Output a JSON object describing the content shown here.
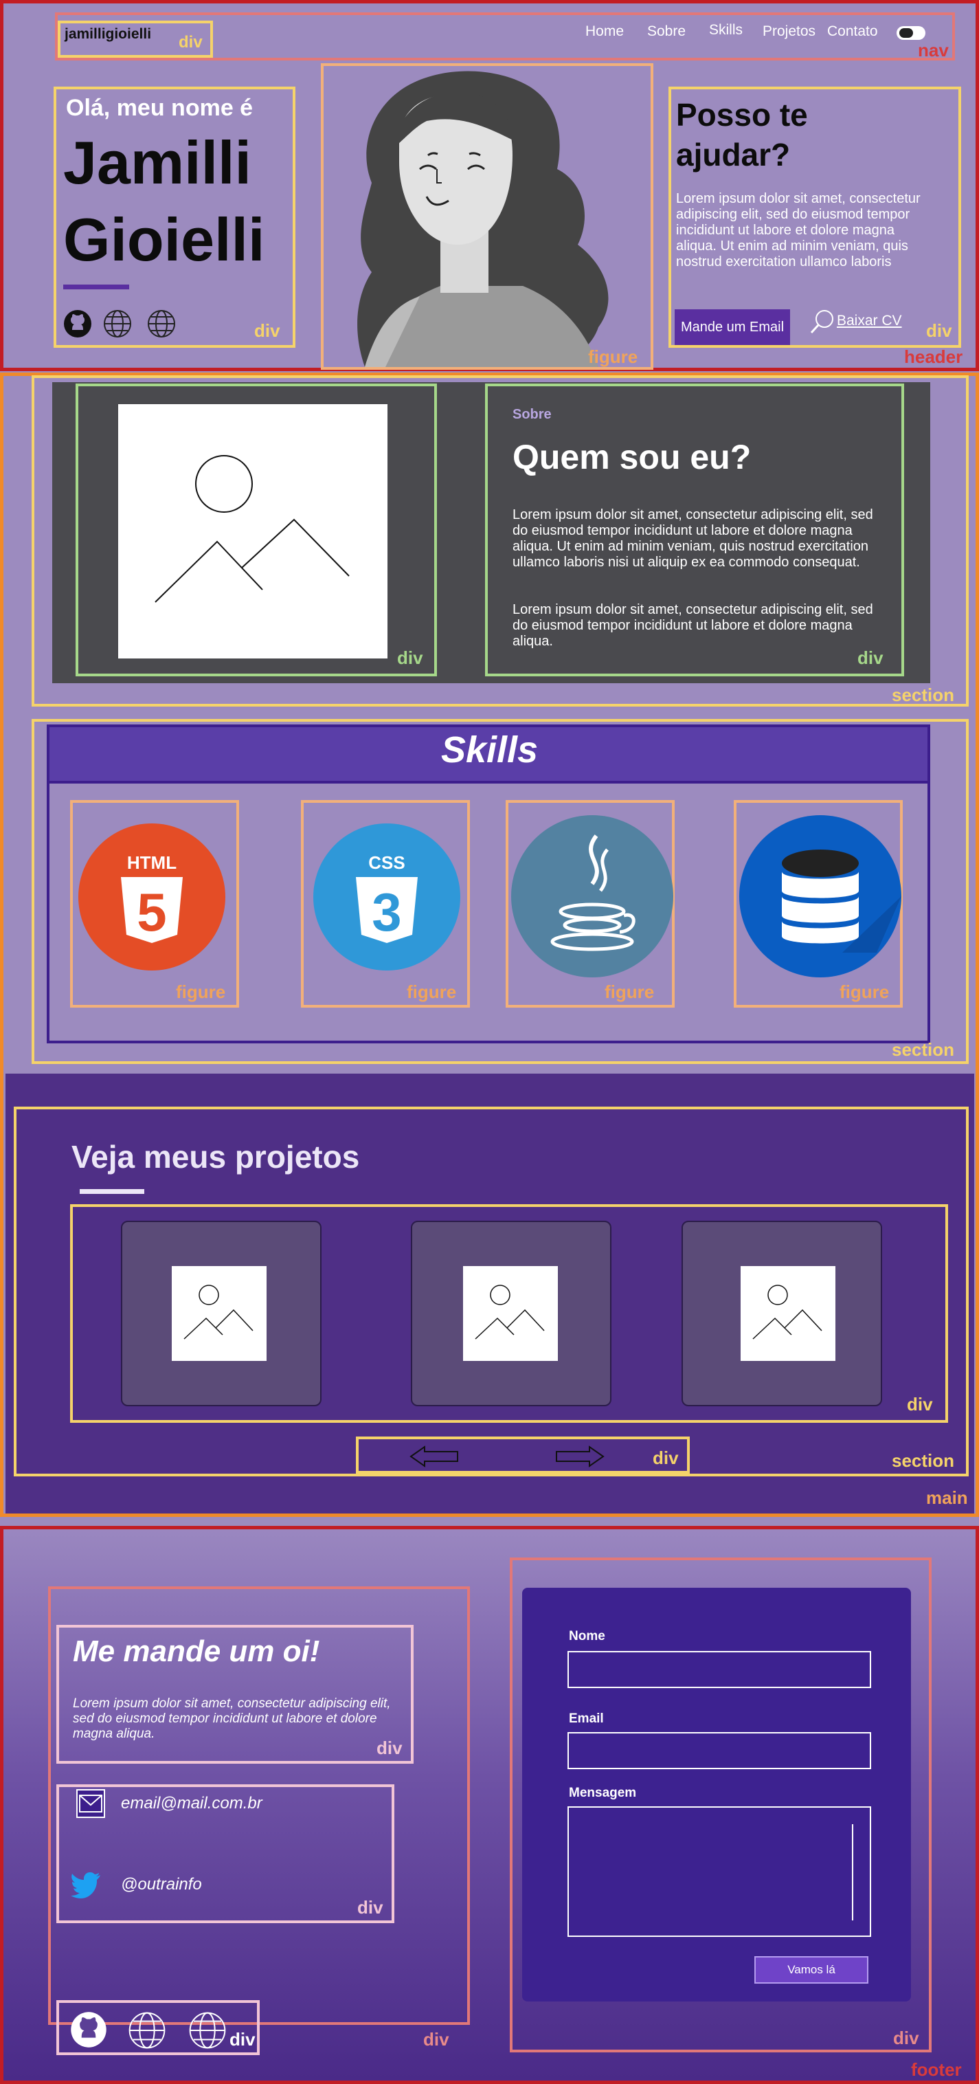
{
  "nav": {
    "logo": "jamilligioielli",
    "links": [
      "Home",
      "Sobre",
      "Skills",
      "Projetos",
      "Contato"
    ],
    "tag": "nav",
    "logo_tag": "div"
  },
  "header": {
    "tag": "header",
    "intro": {
      "greeting": "Olá, meu nome é",
      "first_name": "Jamilli",
      "last_name": "Gioielli",
      "tag": "div"
    },
    "portrait_tag": "figure",
    "help": {
      "title_line1": "Posso te",
      "title_line2": "ajudar?",
      "text": "Lorem ipsum dolor sit amet, consectetur adipiscing elit, sed do eiusmod tempor incididunt ut labore et dolore magna aliqua. Ut enim ad minim veniam, quis nostrud exercitation ullamco laboris",
      "email_button": "Mande um Email",
      "cv_link": "Baixar CV",
      "tag": "div"
    }
  },
  "main": {
    "tag": "main",
    "about": {
      "kicker": "Sobre",
      "title": "Quem sou eu?",
      "p1": "Lorem ipsum dolor sit amet, consectetur adipiscing elit, sed do eiusmod tempor incididunt ut labore et dolore magna aliqua. Ut enim ad minim veniam, quis nostrud exercitation ullamco laboris nisi ut aliquip ex ea commodo consequat.",
      "p2": "Lorem ipsum dolor sit amet, consectetur adipiscing elit, sed do eiusmod tempor incididunt ut labore et dolore magna aliqua.",
      "img_tag": "div",
      "text_tag": "div",
      "section_tag": "section"
    },
    "skills": {
      "title": "Skills",
      "fig_tag": "figure",
      "section_tag": "section",
      "items": [
        {
          "name": "html5-icon",
          "label_top": "HTML",
          "glyph": "5",
          "color": "#e44d26"
        },
        {
          "name": "css3-icon",
          "label_top": "CSS",
          "glyph": "3",
          "color": "#2f98d8"
        },
        {
          "name": "java-icon",
          "color": "#5382a1"
        },
        {
          "name": "database-icon",
          "color": "#0a5dc2"
        }
      ]
    },
    "projects": {
      "title": "Veja meus projetos",
      "row_tag": "div",
      "arrows_tag": "div",
      "section_tag": "section",
      "cards": [
        "image-placeholder-icon",
        "image-placeholder-icon",
        "image-placeholder-icon"
      ]
    }
  },
  "footer": {
    "tag": "footer",
    "hello": {
      "title": "Me mande um oi!",
      "text": "Lorem ipsum dolor sit amet, consectetur adipiscing elit, sed do eiusmod tempor incididunt ut labore et dolore magna aliqua.",
      "tag": "div"
    },
    "contact": {
      "email": "email@mail.com.br",
      "twitter": "@outrainfo",
      "tag": "div"
    },
    "social_tag": "div",
    "left_tag": "div",
    "right_tag": "div",
    "form": {
      "name_label": "Nome",
      "email_label": "Email",
      "message_label": "Mensagem",
      "submit": "Vamos lá"
    }
  },
  "colors": {
    "page_bg": "#9c8bbf",
    "accent_purple": "#5a2fa0",
    "header_border": "#c21d24",
    "main_border": "#f08a2a",
    "box_yellow": "#f5d36a"
  }
}
